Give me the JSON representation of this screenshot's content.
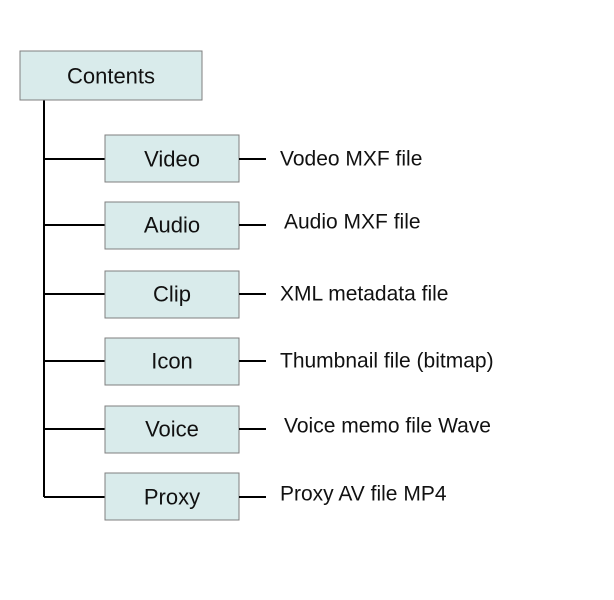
{
  "root": {
    "label": "Contents"
  },
  "children": [
    {
      "label": "Video",
      "description": "Vodeo MXF file"
    },
    {
      "label": "Audio",
      "description": "Audio MXF file"
    },
    {
      "label": "Clip",
      "description": "XML metadata file"
    },
    {
      "label": "Icon",
      "description": "Thumbnail file (bitmap)"
    },
    {
      "label": "Voice",
      "description": "Voice memo file Wave"
    },
    {
      "label": "Proxy",
      "description": "Proxy AV file MP4"
    }
  ],
  "colors": {
    "box_fill": "#d9ebeb",
    "box_border": "#7f7f7f",
    "line": "#000000"
  }
}
